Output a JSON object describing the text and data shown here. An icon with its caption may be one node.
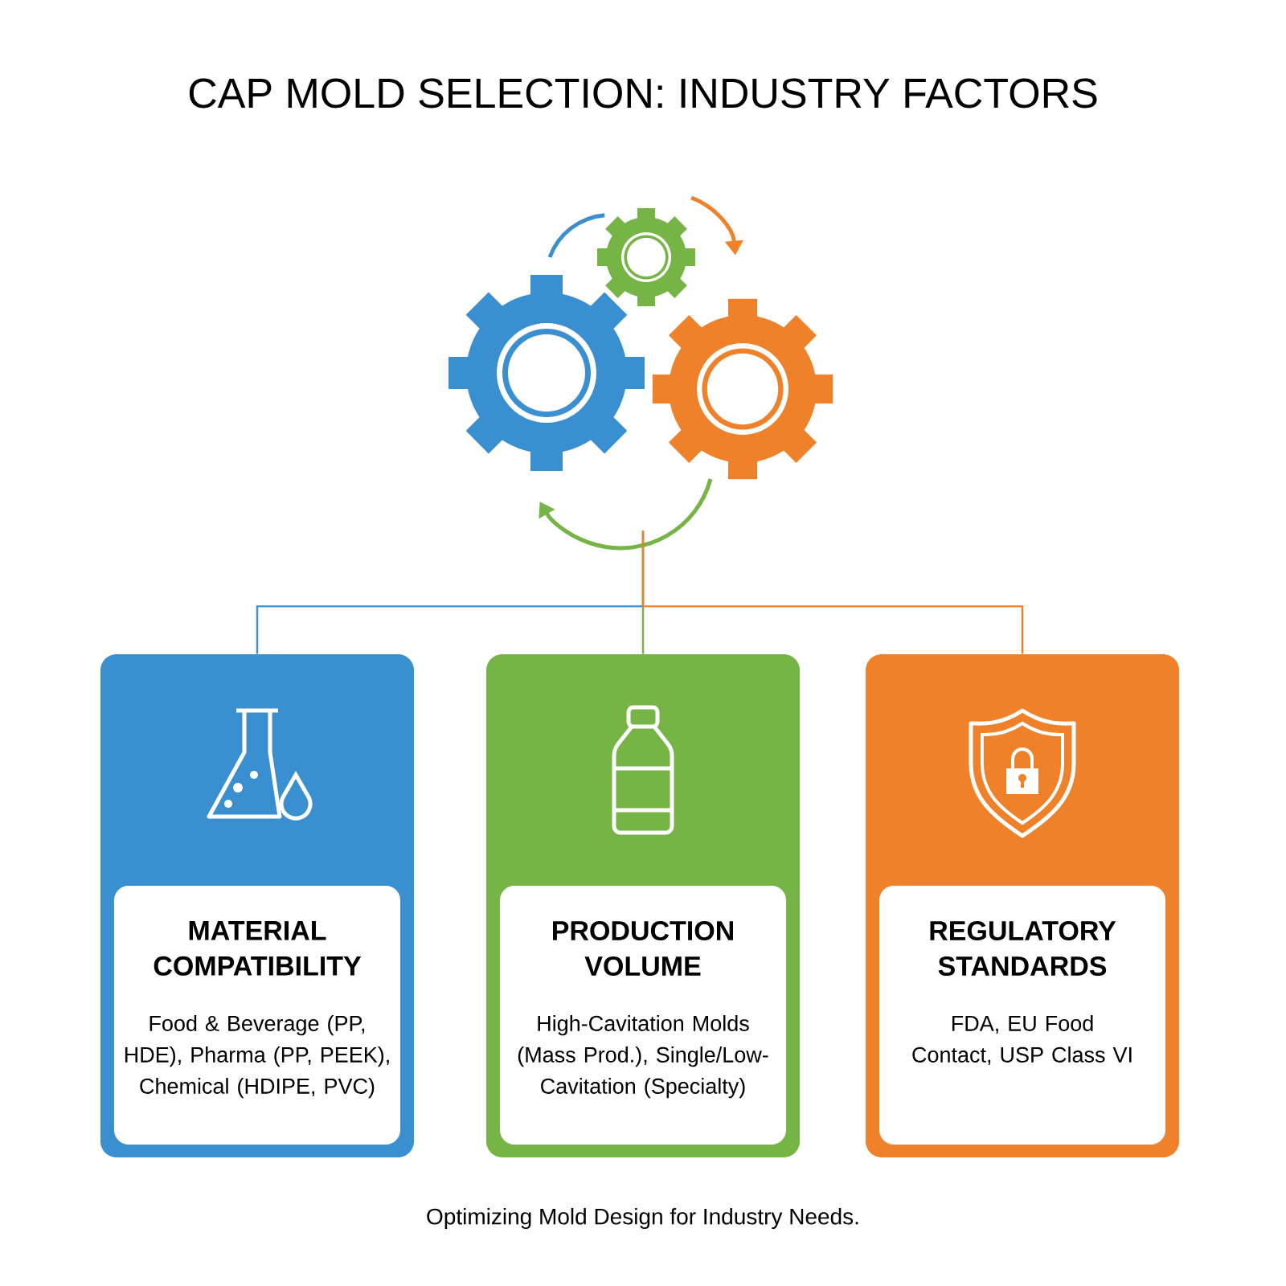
{
  "diagram": {
    "title": "CAP MOLD SELECTION: INDUSTRY FACTORS",
    "nodes": [
      {
        "text": [],
        "shape": "picture"
      },
      {
        "text": [
          "MATERIAL COMPATIBILITY",
          "Food & Beverage (PP, HDE), Pharma (PP, PEEK), Chemical (HDIPE, PVC)"
        ]
      },
      {
        "text": [
          "PRODUCTION VOLUME",
          "High-Cavitation Molds (Mass Prod.), Single/Low-Cavitation (Specialty)"
        ]
      },
      {
        "text": [
          "REGULATORY STANDARDS",
          "FDA, EU Food Contact, USP Class VI"
        ]
      }
    ],
    "edges": [
      {
        "from": 0,
        "to": 1,
        "arrow": "none",
        "color": "#3a8fd0"
      },
      {
        "from": 0,
        "to": 2,
        "arrow": "none",
        "color": "#77b446"
      },
      {
        "from": 0,
        "to": 3,
        "arrow": "none",
        "color": "#ee8129"
      }
    ],
    "caption": "Optimizing Mold Design for Industry Needs."
  }
}
